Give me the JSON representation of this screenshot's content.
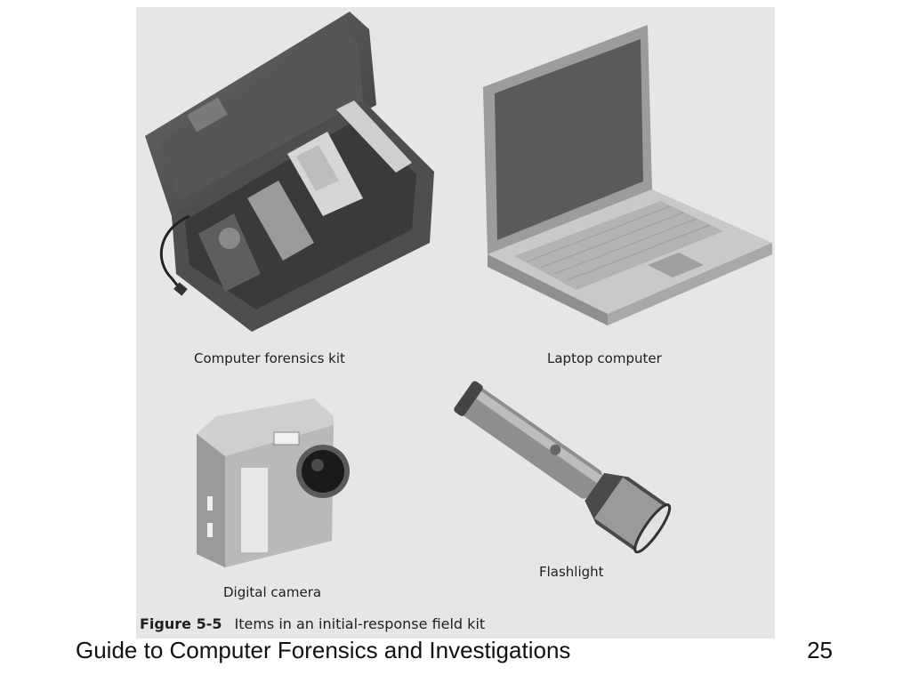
{
  "figure": {
    "number_label": "Figure 5-5",
    "caption": "Items in an initial-response field kit",
    "items": [
      {
        "label": "Computer forensics kit"
      },
      {
        "label": "Laptop computer"
      },
      {
        "label": "Digital camera"
      },
      {
        "label": "Flashlight"
      }
    ]
  },
  "footer": {
    "title": "Guide to Computer Forensics and Investigations",
    "page_number": "25"
  }
}
